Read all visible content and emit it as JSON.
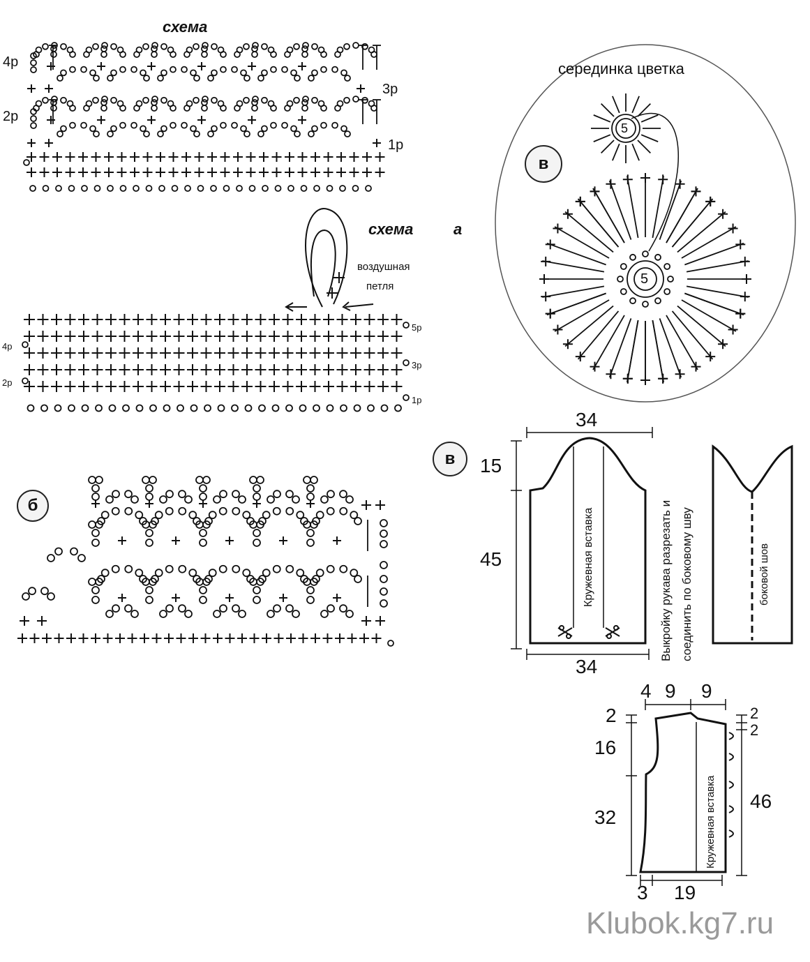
{
  "schema_top": {
    "title": "схема",
    "rows": [
      "4р",
      "3р",
      "2р",
      "1р"
    ]
  },
  "schema_a": {
    "title": "схема",
    "letter": "а",
    "chain_label_1": "воздушная",
    "chain_label_2": "петля",
    "rows": [
      "5р",
      "4р",
      "3р",
      "2р",
      "1р"
    ]
  },
  "schema_b": {
    "badge": "б"
  },
  "flower": {
    "title": "серединка цветка",
    "badge": "в",
    "center_count": "5",
    "center_count_2": "5"
  },
  "sleeve": {
    "badge": "в",
    "top_width": "34",
    "cap_height": "15",
    "length": "45",
    "bottom_width": "34",
    "insert_label": "Кружевная вставка",
    "instruction_1": "Выкройку рукава разрезать и",
    "instruction_2": "соединить по боковому шву",
    "seam_label": "боковой шов"
  },
  "bodice": {
    "shoulder_1": "4",
    "shoulder_2": "9",
    "shoulder_3": "9",
    "left_top": "2",
    "armhole": "16",
    "side": "32",
    "right_top_1": "2",
    "right_top_2": "2",
    "front": "46",
    "bottom_1": "3",
    "bottom_2": "19",
    "insert_label": "Кружевная вставка"
  },
  "watermark": "Klubok.kg7.ru"
}
